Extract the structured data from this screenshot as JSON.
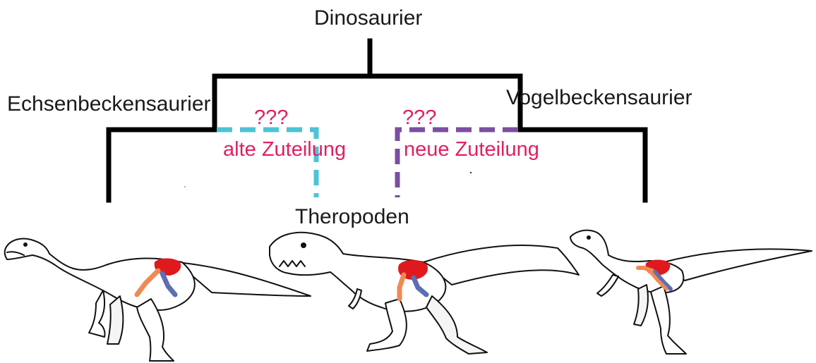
{
  "tree": {
    "root": "Dinosaurier",
    "left": "Echsenbeckensaurier",
    "right": "Vogelbeckensaurier",
    "bottom": "Theropoden"
  },
  "annotations": {
    "left_question": "???",
    "left_assignment": "alte Zuteilung",
    "right_question": "???",
    "right_assignment": "neue Zuteilung"
  },
  "colors": {
    "tree_lines": "#000000",
    "old_assignment_line": "#4cc3d6",
    "new_assignment_line": "#7a4fa2",
    "annotation_text": "#e01f63",
    "pelvis_ilium": "#e0191f",
    "pelvis_pubis": "#ef8a55",
    "pelvis_ischium": "#5b6fb3"
  },
  "figures": [
    {
      "name": "sauropodomorph-illustration-icon"
    },
    {
      "name": "theropod-illustration-icon"
    },
    {
      "name": "ornithischian-illustration-icon"
    }
  ]
}
